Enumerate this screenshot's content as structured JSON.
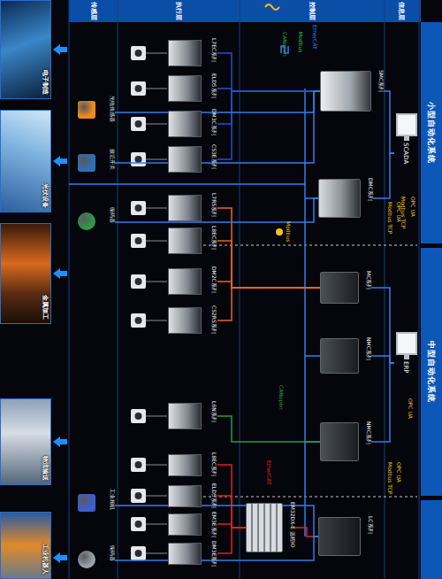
{
  "diagram": {
    "nodes": [
      {
        "text": [
          "传感层"
        ]
      },
      {
        "text": [
          "执行层"
        ]
      },
      {
        "text": [
          "控制层"
        ]
      },
      {
        "text": [
          "信息层"
        ]
      },
      {
        "text": [
          "小型自动化系统"
        ]
      },
      {
        "text": [
          "中型自动化系统"
        ]
      },
      {
        "text": [
          "电子制造"
        ]
      },
      {
        "text": [
          "光伏设备"
        ]
      },
      {
        "text": [
          "金属加工"
        ]
      },
      {
        "text": [
          "物流输送"
        ]
      },
      {
        "text": [
          "工业机器人"
        ]
      },
      {
        "text": [
          "光电传感器"
        ]
      },
      {
        "text": [
          "接近开关"
        ]
      },
      {
        "text": [
          "编码器"
        ]
      },
      {
        "text": [
          "工业相机"
        ]
      },
      {
        "text": [
          "编码器"
        ]
      },
      {
        "text": [
          "L7EC系列"
        ]
      },
      {
        "text": [
          "ELD5系列"
        ]
      },
      {
        "text": [
          "DM3C系列"
        ]
      },
      {
        "text": [
          "CS3E系列"
        ]
      },
      {
        "text": [
          "L7RS系列"
        ]
      },
      {
        "text": [
          "L8EC系列"
        ]
      },
      {
        "text": [
          "DM2C系列"
        ]
      },
      {
        "text": [
          "CS2RS系列"
        ]
      },
      {
        "text": [
          "L6N系列"
        ]
      },
      {
        "text": [
          "L8EC系列"
        ]
      },
      {
        "text": [
          "ELD5系列"
        ]
      },
      {
        "text": [
          "EM3E系列"
        ]
      },
      {
        "text": [
          "DM3E系列"
        ]
      },
      {
        "text": [
          "SMC系列"
        ]
      },
      {
        "text": [
          "DMC系列"
        ]
      },
      {
        "text": [
          "MC系列"
        ]
      },
      {
        "text": [
          "NMC系列"
        ]
      },
      {
        "text": [
          "NMC系列"
        ]
      },
      {
        "text": [
          "EM32DX-E 远程IO"
        ]
      },
      {
        "text": [
          "LC系列"
        ]
      },
      {
        "text": [
          "SCADA"
        ]
      },
      {
        "text": [
          "ERP"
        ]
      }
    ],
    "edges": [
      {
        "from": 29,
        "to": 16,
        "arrow": "none"
      },
      {
        "from": 29,
        "to": 17,
        "arrow": "none"
      },
      {
        "from": 29,
        "to": 18,
        "arrow": "none"
      },
      {
        "from": 29,
        "to": 19,
        "arrow": "none"
      },
      {
        "from": 31,
        "to": 20,
        "arrow": "none"
      },
      {
        "from": 31,
        "to": 21,
        "arrow": "none"
      },
      {
        "from": 31,
        "to": 22,
        "arrow": "none"
      },
      {
        "from": 31,
        "to": 23,
        "arrow": "none"
      },
      {
        "from": 33,
        "to": 24,
        "arrow": "none"
      },
      {
        "from": 35,
        "to": 34,
        "arrow": "none"
      },
      {
        "from": 34,
        "to": 25,
        "arrow": "none"
      },
      {
        "from": 34,
        "to": 26,
        "arrow": "none"
      },
      {
        "from": 34,
        "to": 27,
        "arrow": "none"
      },
      {
        "from": 34,
        "to": 28,
        "arrow": "none"
      },
      {
        "from": 36,
        "to": 29,
        "arrow": "none"
      },
      {
        "from": 36,
        "to": 30,
        "arrow": "none"
      },
      {
        "from": 37,
        "to": 31,
        "arrow": "none"
      },
      {
        "from": 37,
        "to": 32,
        "arrow": "none"
      },
      {
        "from": 37,
        "to": 33,
        "arrow": "none"
      },
      {
        "from": 11,
        "to": 29,
        "arrow": "none"
      },
      {
        "from": 12,
        "to": 29,
        "arrow": "none"
      },
      {
        "from": 13,
        "to": 30,
        "arrow": "none"
      },
      {
        "from": 14,
        "to": 35,
        "arrow": "none"
      },
      {
        "from": 15,
        "to": 35,
        "arrow": "none"
      }
    ],
    "labels": [
      "EtherCAT",
      "CANopen",
      "Modbus",
      "Modbus",
      "CANopen",
      "EtherCAT",
      "Modbus TCP",
      "OPC UA",
      "OPC UA",
      "Modbus TCP",
      "OPC UA",
      "Modbus TCP",
      "OPC UA"
    ]
  }
}
